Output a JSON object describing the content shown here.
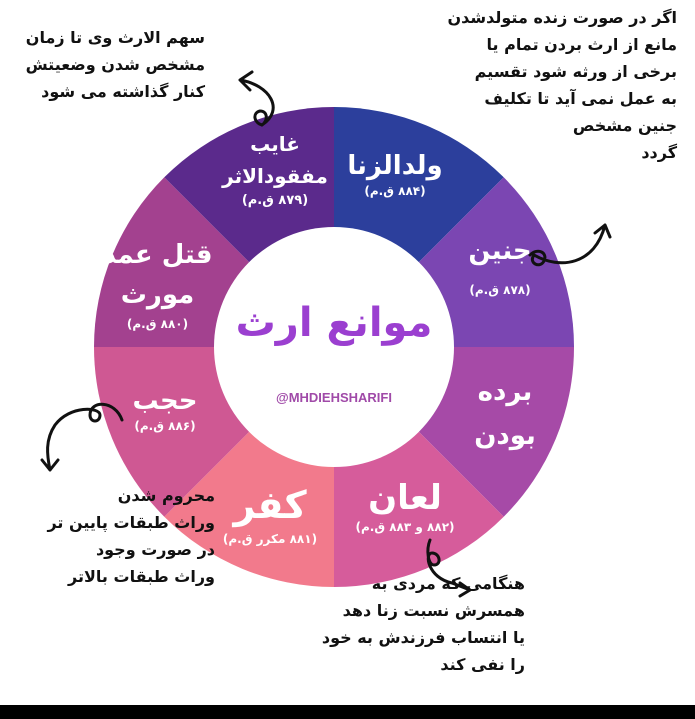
{
  "title": "موانع ارث",
  "handle": "@MHDIEHSHARIFI",
  "segments": [
    {
      "title": "ولدالزنا",
      "article": "(۸۸۴ ق.م)",
      "color": "#2c3f9c"
    },
    {
      "title": "جنین",
      "article": "(۸۷۸ ق.م)",
      "color": "#7b46b2"
    },
    {
      "title": "برده\nبودن",
      "article": "",
      "color": "#a64aa7"
    },
    {
      "title": "لعان",
      "article": "(۸۸۲ و ۸۸۳ ق.م)",
      "color": "#d65c9b"
    },
    {
      "title": "کفر",
      "article": "(۸۸۱ مکرر ق.م)",
      "color": "#f27a8c"
    },
    {
      "title": "حجب",
      "article": "(۸۸۶ ق.م)",
      "color": "#cf5893"
    },
    {
      "title": "قتل عمد\nمورث",
      "article": "(۸۸۰ ق.م)",
      "color": "#a3418f"
    },
    {
      "title": "غایب\nمفقودالاثر",
      "article": "(۸۷۹ ق.م)",
      "color": "#5b2a8c"
    }
  ],
  "notes": {
    "ghayeb": "سهم الارث وی تا زمان\nمشخص شدن وضعیتش\nکنار گذاشته می شود",
    "janin": "اگر در صورت زنده متولدشدن\nمانع از ارث بردن تمام یا\nبرخی از ورثه شود تقسیم\nبه عمل نمی آید تا تکلیف\nجنین مشخص\nگردد",
    "hajb": "محروم شدن\nوراث طبقات پایین تر\nدر صورت وجود\nوراث طبقات بالاتر",
    "laan": "هنگامی که مردی به\nهمسرش نسبت زنا دهد\nیا انتساب فرزندش به خود\nرا نفی کند"
  }
}
